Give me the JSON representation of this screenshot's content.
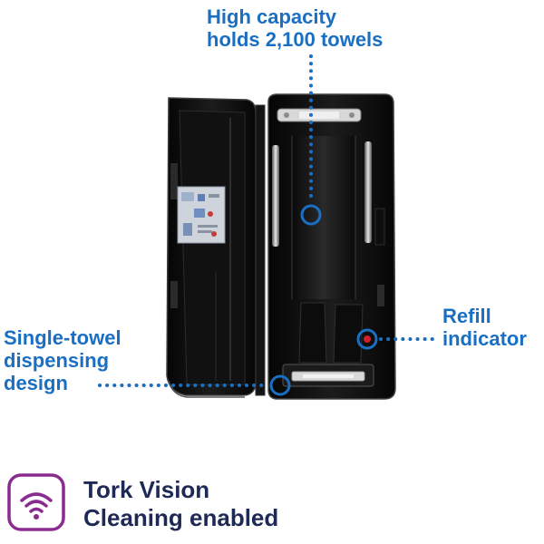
{
  "callouts": {
    "capacity": [
      "High capacity",
      "holds 2,100 towels"
    ],
    "refill": [
      "Refill",
      "indicator"
    ],
    "single_towel": [
      "Single-towel",
      "dispensing",
      "design"
    ]
  },
  "footer": {
    "title_lines": [
      "Tork Vision",
      "Cleaning enabled"
    ],
    "icon": "wifi-icon"
  },
  "colors": {
    "accent": "#1a6fc2",
    "badge": "#8a2b8f",
    "footer_text": "#1e2a55",
    "refill_light": "#d0202c"
  }
}
